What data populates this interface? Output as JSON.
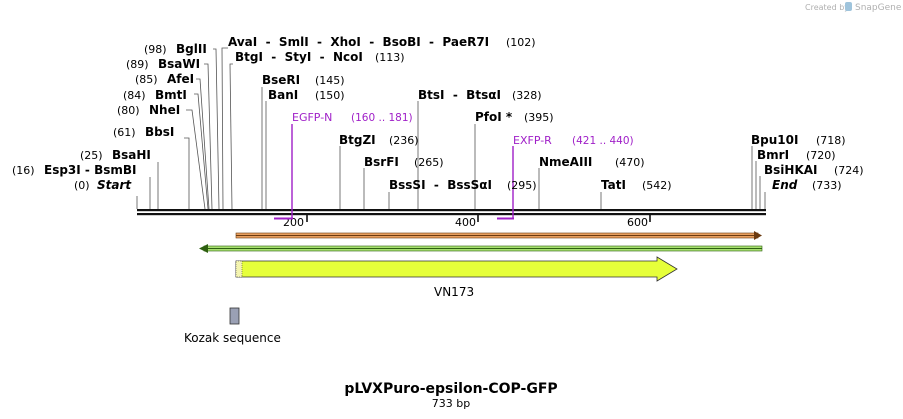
{
  "credit": {
    "prefix": "Created by",
    "brand": "SnapGene"
  },
  "map": {
    "title": "pLVXPuro-epsilon-COP-GFP",
    "length_label": "733 bp",
    "ticks": [
      "200",
      "400",
      "600"
    ],
    "sites": [
      {
        "name": "Start",
        "pos": "(0)"
      },
      {
        "name": "Esp3I  -  BsmBI",
        "pos": "(16)"
      },
      {
        "name": "BsaHI",
        "pos": "(25)"
      },
      {
        "name": "BbsI",
        "pos": "(61)"
      },
      {
        "name": "NheI",
        "pos": "(80)"
      },
      {
        "name": "BmtI",
        "pos": "(84)"
      },
      {
        "name": "AfeI",
        "pos": "(85)"
      },
      {
        "name": "BsaWI",
        "pos": "(89)"
      },
      {
        "name": "BglII",
        "pos": "(98)"
      },
      {
        "name": "AvaI  -  SmlI  -  XhoI  -  BsoBI  -  PaeR7I",
        "pos": "(102)"
      },
      {
        "name": "BtgI  -  StyI  -  NcoI",
        "pos": "(113)"
      },
      {
        "name": "BseRI",
        "pos": "(145)"
      },
      {
        "name": "BanI",
        "pos": "(150)"
      },
      {
        "name": "BtgZI",
        "pos": "(236)"
      },
      {
        "name": "BsrFI",
        "pos": "(265)"
      },
      {
        "name": "BssSI  -  BssSαI",
        "pos": "(295)"
      },
      {
        "name": "BtsI  -  BtsαI",
        "pos": "(328)"
      },
      {
        "name": "PfoI *",
        "pos": "(395)"
      },
      {
        "name": "NmeAIII",
        "pos": "(470)"
      },
      {
        "name": "TatI",
        "pos": "(542)"
      },
      {
        "name": "Bpu10I",
        "pos": "(718)"
      },
      {
        "name": "BmrI",
        "pos": "(720)"
      },
      {
        "name": "BsiHKAI",
        "pos": "(724)"
      },
      {
        "name": "End",
        "pos": "(733)"
      }
    ],
    "primers": [
      {
        "name": "EGFP-N",
        "range": "(160 .. 181)"
      },
      {
        "name": "EXFP-R",
        "range": "(421 .. 440)"
      }
    ],
    "features": [
      {
        "name": "VN173"
      },
      {
        "name": "Kozak sequence"
      }
    ],
    "colors": {
      "primer": "#a020c8",
      "forward_arrow_fill": "#e8a060",
      "reverse_arrow_fill": "#a8e070",
      "cds_fill": "#e6ff3a",
      "kozak_fill": "#9aa0b4"
    }
  }
}
